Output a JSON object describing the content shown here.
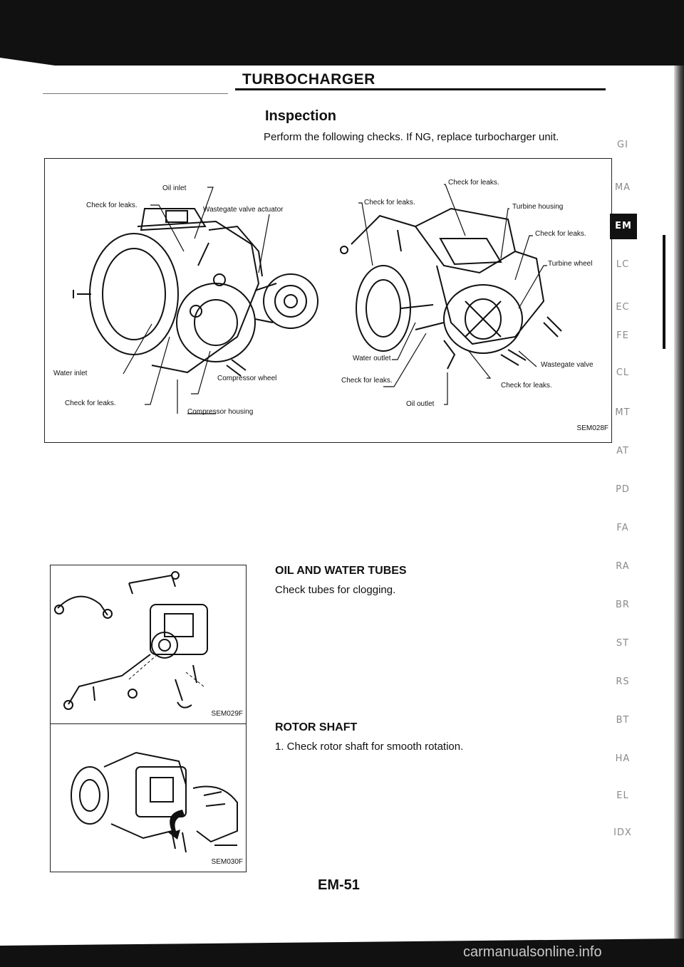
{
  "header": {
    "section_title": "TURBOCHARGER"
  },
  "inspection": {
    "heading": "Inspection",
    "intro": "Perform the following checks. If NG, replace turbocharger unit."
  },
  "main_figure": {
    "code": "SEM028F",
    "left_callouts": {
      "oil_inlet": "Oil inlet",
      "check_leaks_1": "Check for leaks.",
      "wastegate_actuator": "Wastegate valve actuator",
      "water_inlet": "Water inlet",
      "compressor_wheel": "Compressor wheel",
      "check_leaks_2": "Check for leaks.",
      "compressor_housing": "Compressor housing"
    },
    "right_callouts": {
      "check_leaks_top": "Check for leaks.",
      "check_leaks_left": "Check for leaks.",
      "turbine_housing": "Turbine housing",
      "check_leaks_right": "Check for leaks.",
      "turbine_wheel": "Turbine wheel",
      "water_outlet": "Water outlet",
      "wastegate_valve": "Wastegate valve",
      "check_leaks_bottom_left": "Check for leaks.",
      "check_leaks_bottom_right": "Check for leaks.",
      "oil_outlet": "Oil outlet"
    }
  },
  "oil_water": {
    "heading": "OIL AND WATER TUBES",
    "text": "Check tubes for clogging.",
    "figure_code": "SEM029F"
  },
  "rotor": {
    "heading": "ROTOR SHAFT",
    "text": "1.  Check rotor shaft for smooth rotation.",
    "figure_code": "SEM030F"
  },
  "footer": {
    "page_number": "EM-51"
  },
  "side_tabs": [
    "GI",
    "MA",
    "EM",
    "LC",
    "EC",
    "FE",
    "CL",
    "MT",
    "AT",
    "PD",
    "FA",
    "RA",
    "BR",
    "ST",
    "RS",
    "BT",
    "HA",
    "EL",
    "IDX"
  ],
  "active_tab": "EM",
  "watermark": "carmanualsonline.info"
}
